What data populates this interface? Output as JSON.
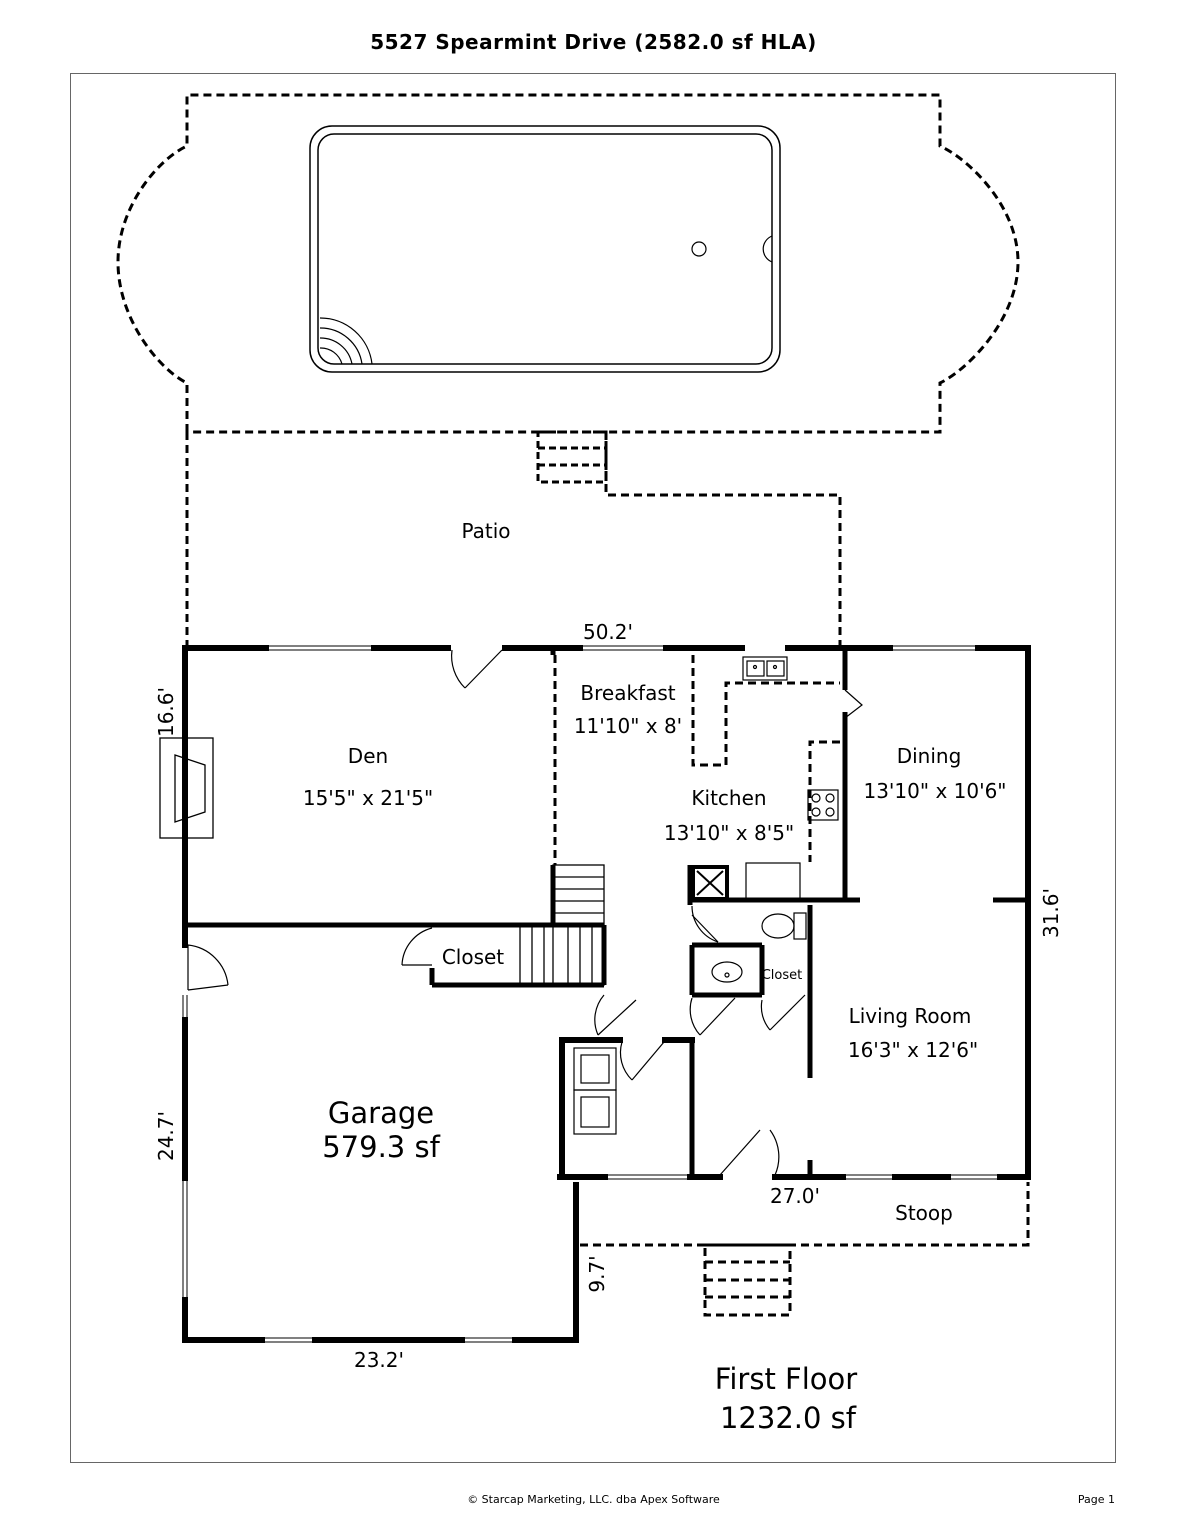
{
  "title": "5527 Spearmint Drive (2582.0 sf HLA)",
  "rooms": {
    "patio": "Patio",
    "breakfast": {
      "name": "Breakfast",
      "size": "11'10\" x 8'"
    },
    "den": {
      "name": "Den",
      "size": "15'5\" x 21'5\""
    },
    "kitchen": {
      "name": "Kitchen",
      "size": "13'10\" x 8'5\""
    },
    "dining": {
      "name": "Dining",
      "size": "13'10\" x 10'6\""
    },
    "closet_hall": "Closet",
    "closet_small": "Closet",
    "living": {
      "name": "Living Room",
      "size": "16'3\" x 12'6\""
    },
    "garage": {
      "name": "Garage",
      "area": "579.3 sf"
    },
    "stoop": "Stoop"
  },
  "dimensions": {
    "top": "50.2'",
    "left_den": "16.6'",
    "right": "31.6'",
    "left_garage": "24.7'",
    "front": "27.0'",
    "stoop_depth": "9.7'",
    "garage_bottom": "23.2'"
  },
  "floor": {
    "name": "First Floor",
    "area": "1232.0 sf"
  },
  "footer": {
    "copyright": "© Starcap Marketing, LLC. dba Apex Software",
    "page": "Page 1"
  }
}
